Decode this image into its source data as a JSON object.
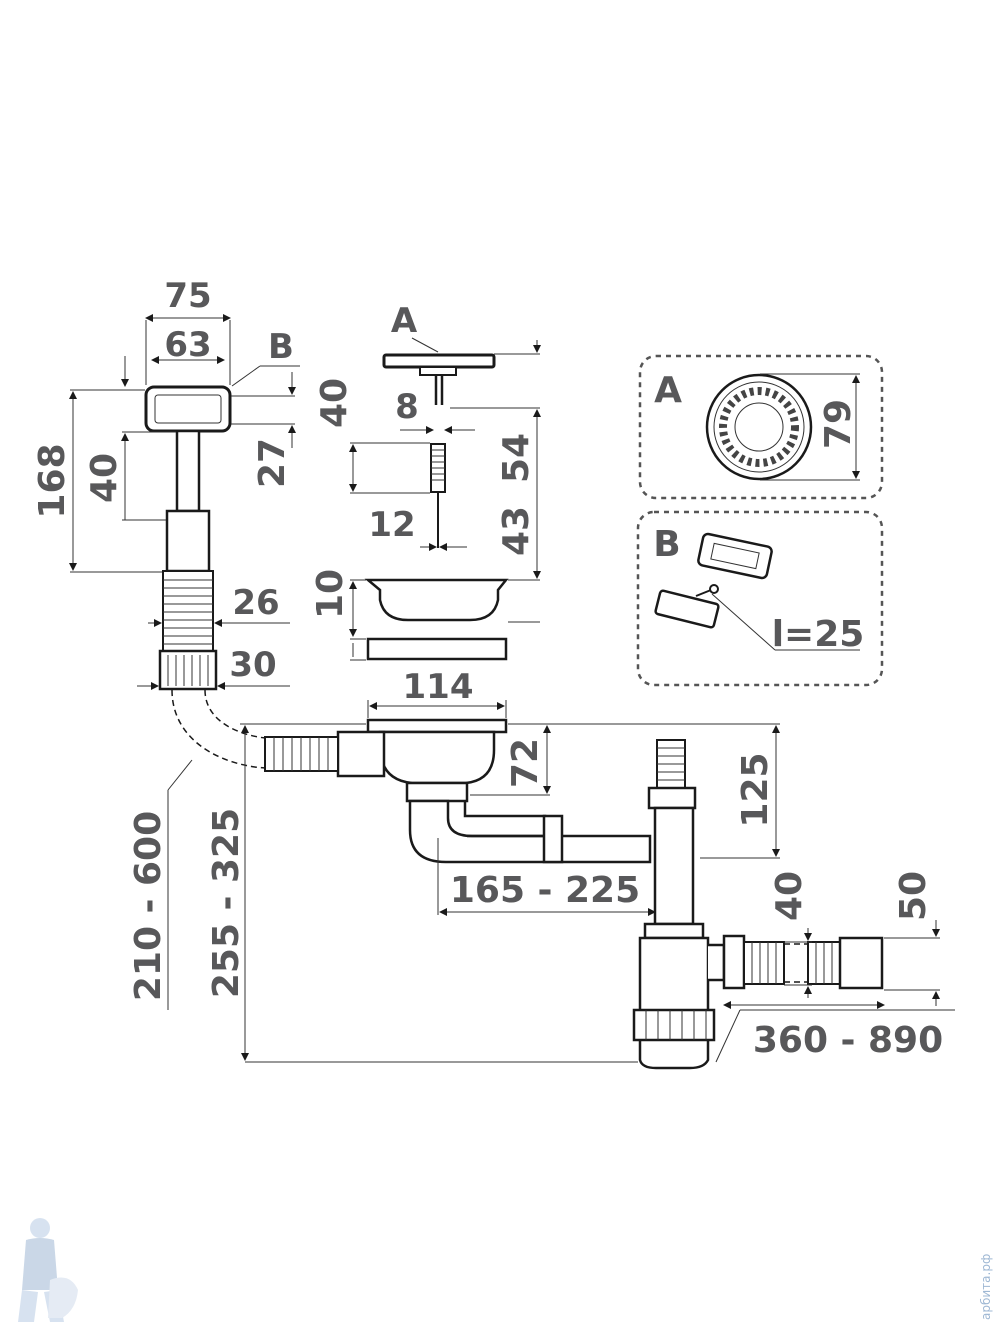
{
  "dimensions": {
    "w75": "75",
    "w63": "63",
    "labelB": "B",
    "labelA": "A",
    "h168": "168",
    "h40a": "40",
    "h40b": "40",
    "h27": "27",
    "d8": "8",
    "h54": "54",
    "d12": "12",
    "h43": "43",
    "h10": "10",
    "d26": "26",
    "d30": "30",
    "d114": "114",
    "h72": "72",
    "h125": "125",
    "r165": "165 - 225",
    "r210": "210 - 600",
    "r255": "255 - 325",
    "h40c": "40",
    "h50": "50",
    "r360": "360 - 890"
  },
  "detailA": {
    "label": "A",
    "dim": "79"
  },
  "detailB": {
    "label": "B",
    "dim": "l=25"
  },
  "watermark": {
    "side_text": "арбита.рф"
  }
}
